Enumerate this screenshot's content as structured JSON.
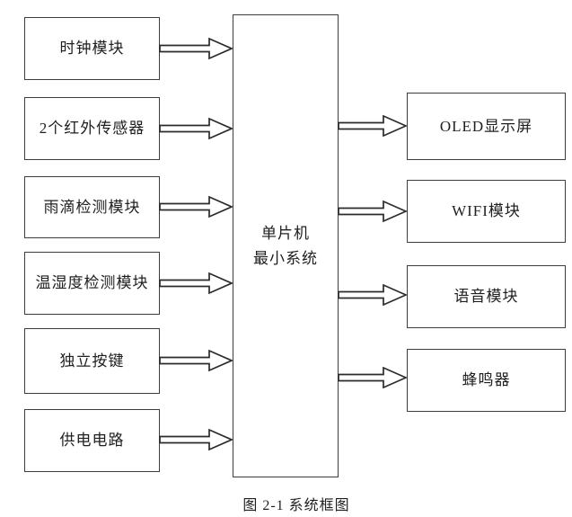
{
  "figure": {
    "caption": "图 2-1 系统框图",
    "center_box": {
      "line1": "单片机",
      "line2": "最小系统"
    },
    "left_modules": [
      {
        "label": "时钟模块"
      },
      {
        "label": "2个红外传感器"
      },
      {
        "label": "雨滴检测模块"
      },
      {
        "label": "温湿度检测模块"
      },
      {
        "label": "独立按键"
      },
      {
        "label": "供电电路"
      }
    ],
    "right_modules": [
      {
        "label": "OLED显示屏"
      },
      {
        "label": "WIFI模块"
      },
      {
        "label": "语音模块"
      },
      {
        "label": "蜂鸣器"
      }
    ],
    "colors": {
      "border": "#3d3d3d",
      "background": "#ffffff",
      "text": "#1f1f1f"
    }
  }
}
